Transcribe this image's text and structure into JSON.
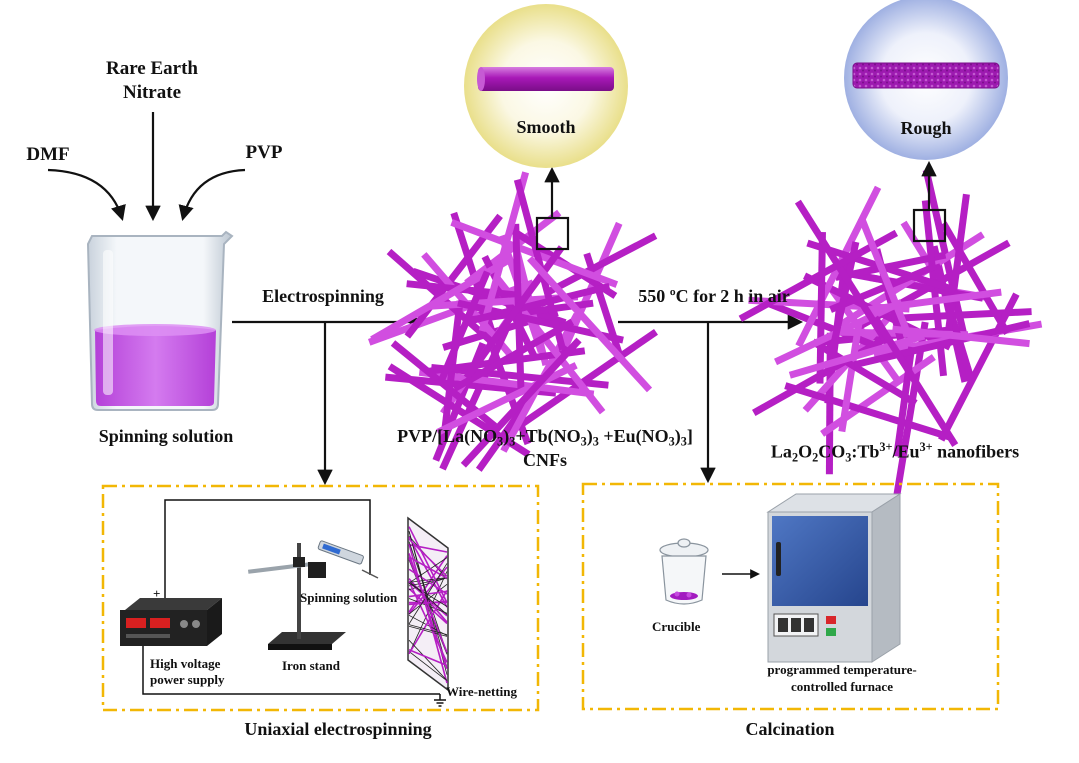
{
  "inputs": {
    "dmf": "DMF",
    "rare_earth_line1": "Rare Earth",
    "rare_earth_line2": "Nitrate",
    "pvp": "PVP"
  },
  "beaker_caption": "Spinning solution",
  "process1_label": "Electrospinning",
  "process2_label": "550 ºC for 2 h in air",
  "product1": {
    "formula_parts": [
      "PVP/[La(NO",
      "3",
      ")",
      "3",
      "+Tb(NO",
      "3",
      ")",
      "3",
      " +Eu(NO",
      "3",
      ")",
      "3",
      "]"
    ],
    "line2": "CNFs",
    "zoom_label": "Smooth"
  },
  "product2": {
    "formula_parts": [
      "La",
      "2",
      "O",
      "2",
      "CO",
      "3",
      ":Tb",
      "3+",
      "/Eu",
      "3+",
      " nanofibers"
    ],
    "zoom_label": "Rough"
  },
  "electrospinning_box": {
    "title": "Uniaxial electrospinning",
    "plus_sign": "+",
    "power_supply_line1": "High voltage",
    "power_supply_line2": "power supply",
    "iron_stand": "Iron stand",
    "spinning_solution": "Spinning solution",
    "wire_netting": "Wire-netting"
  },
  "calcination_box": {
    "title": "Calcination",
    "crucible": "Crucible",
    "furnace_line1": "programmed temperature-",
    "furnace_line2": "controlled furnace"
  },
  "colors": {
    "fiber": "#b51fc4",
    "fiber_light": "#d14ee0",
    "solution": "#c45ce6",
    "dash_box": "#f2b705",
    "smooth_glow": "#efe79a",
    "rough_glow": "#a9b8e6",
    "furnace_blue": "#3a5fae",
    "furnace_gray": "#cfd3d8"
  }
}
